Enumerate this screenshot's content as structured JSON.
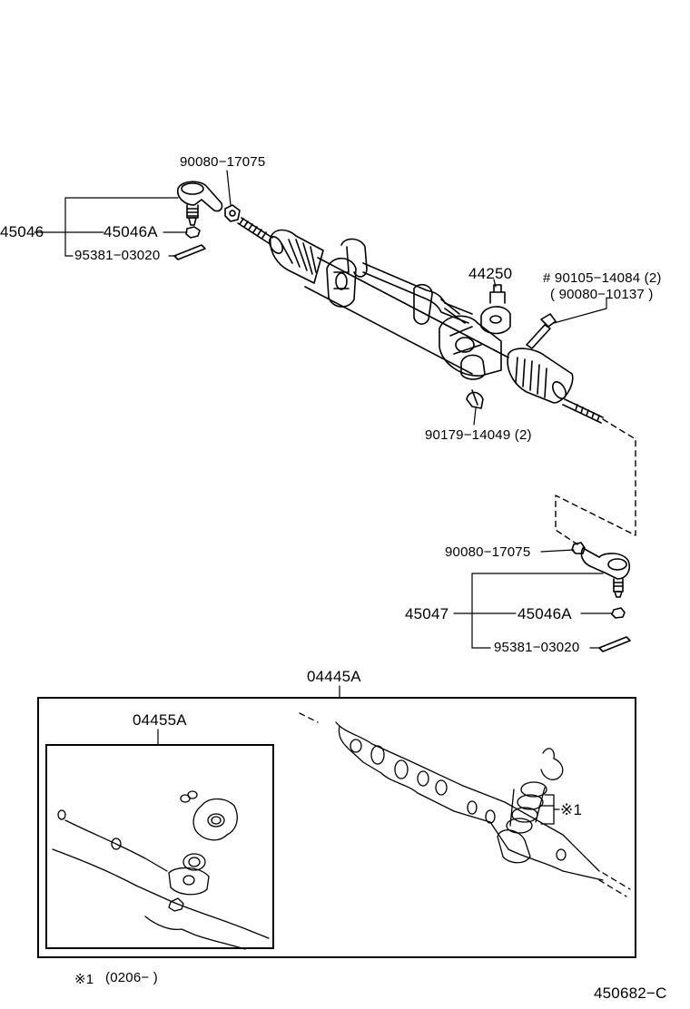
{
  "labels": {
    "p_90080_17075_top": "90080−17075",
    "p_45046": "45046",
    "p_45046A_top": "45046A",
    "p_95381_03020_top": "95381−03020",
    "p_44250": "44250",
    "p_90105_14084": "# 90105−14084 (2)",
    "p_90080_10137": "( 90080−10137 )",
    "p_90179_14049": "90179−14049 (2)",
    "p_90080_17075_bottom": "90080−17075",
    "p_45047": "45047",
    "p_45046A_bottom": "45046A",
    "p_95381_03020_bottom": "95381−03020",
    "p_04445A": "04445A",
    "p_04455A": "04455A",
    "p_note1_mark": "※1"
  },
  "footnote": {
    "mark": "※1",
    "text": "(0206−        )"
  },
  "illustration_code": "450682−C"
}
